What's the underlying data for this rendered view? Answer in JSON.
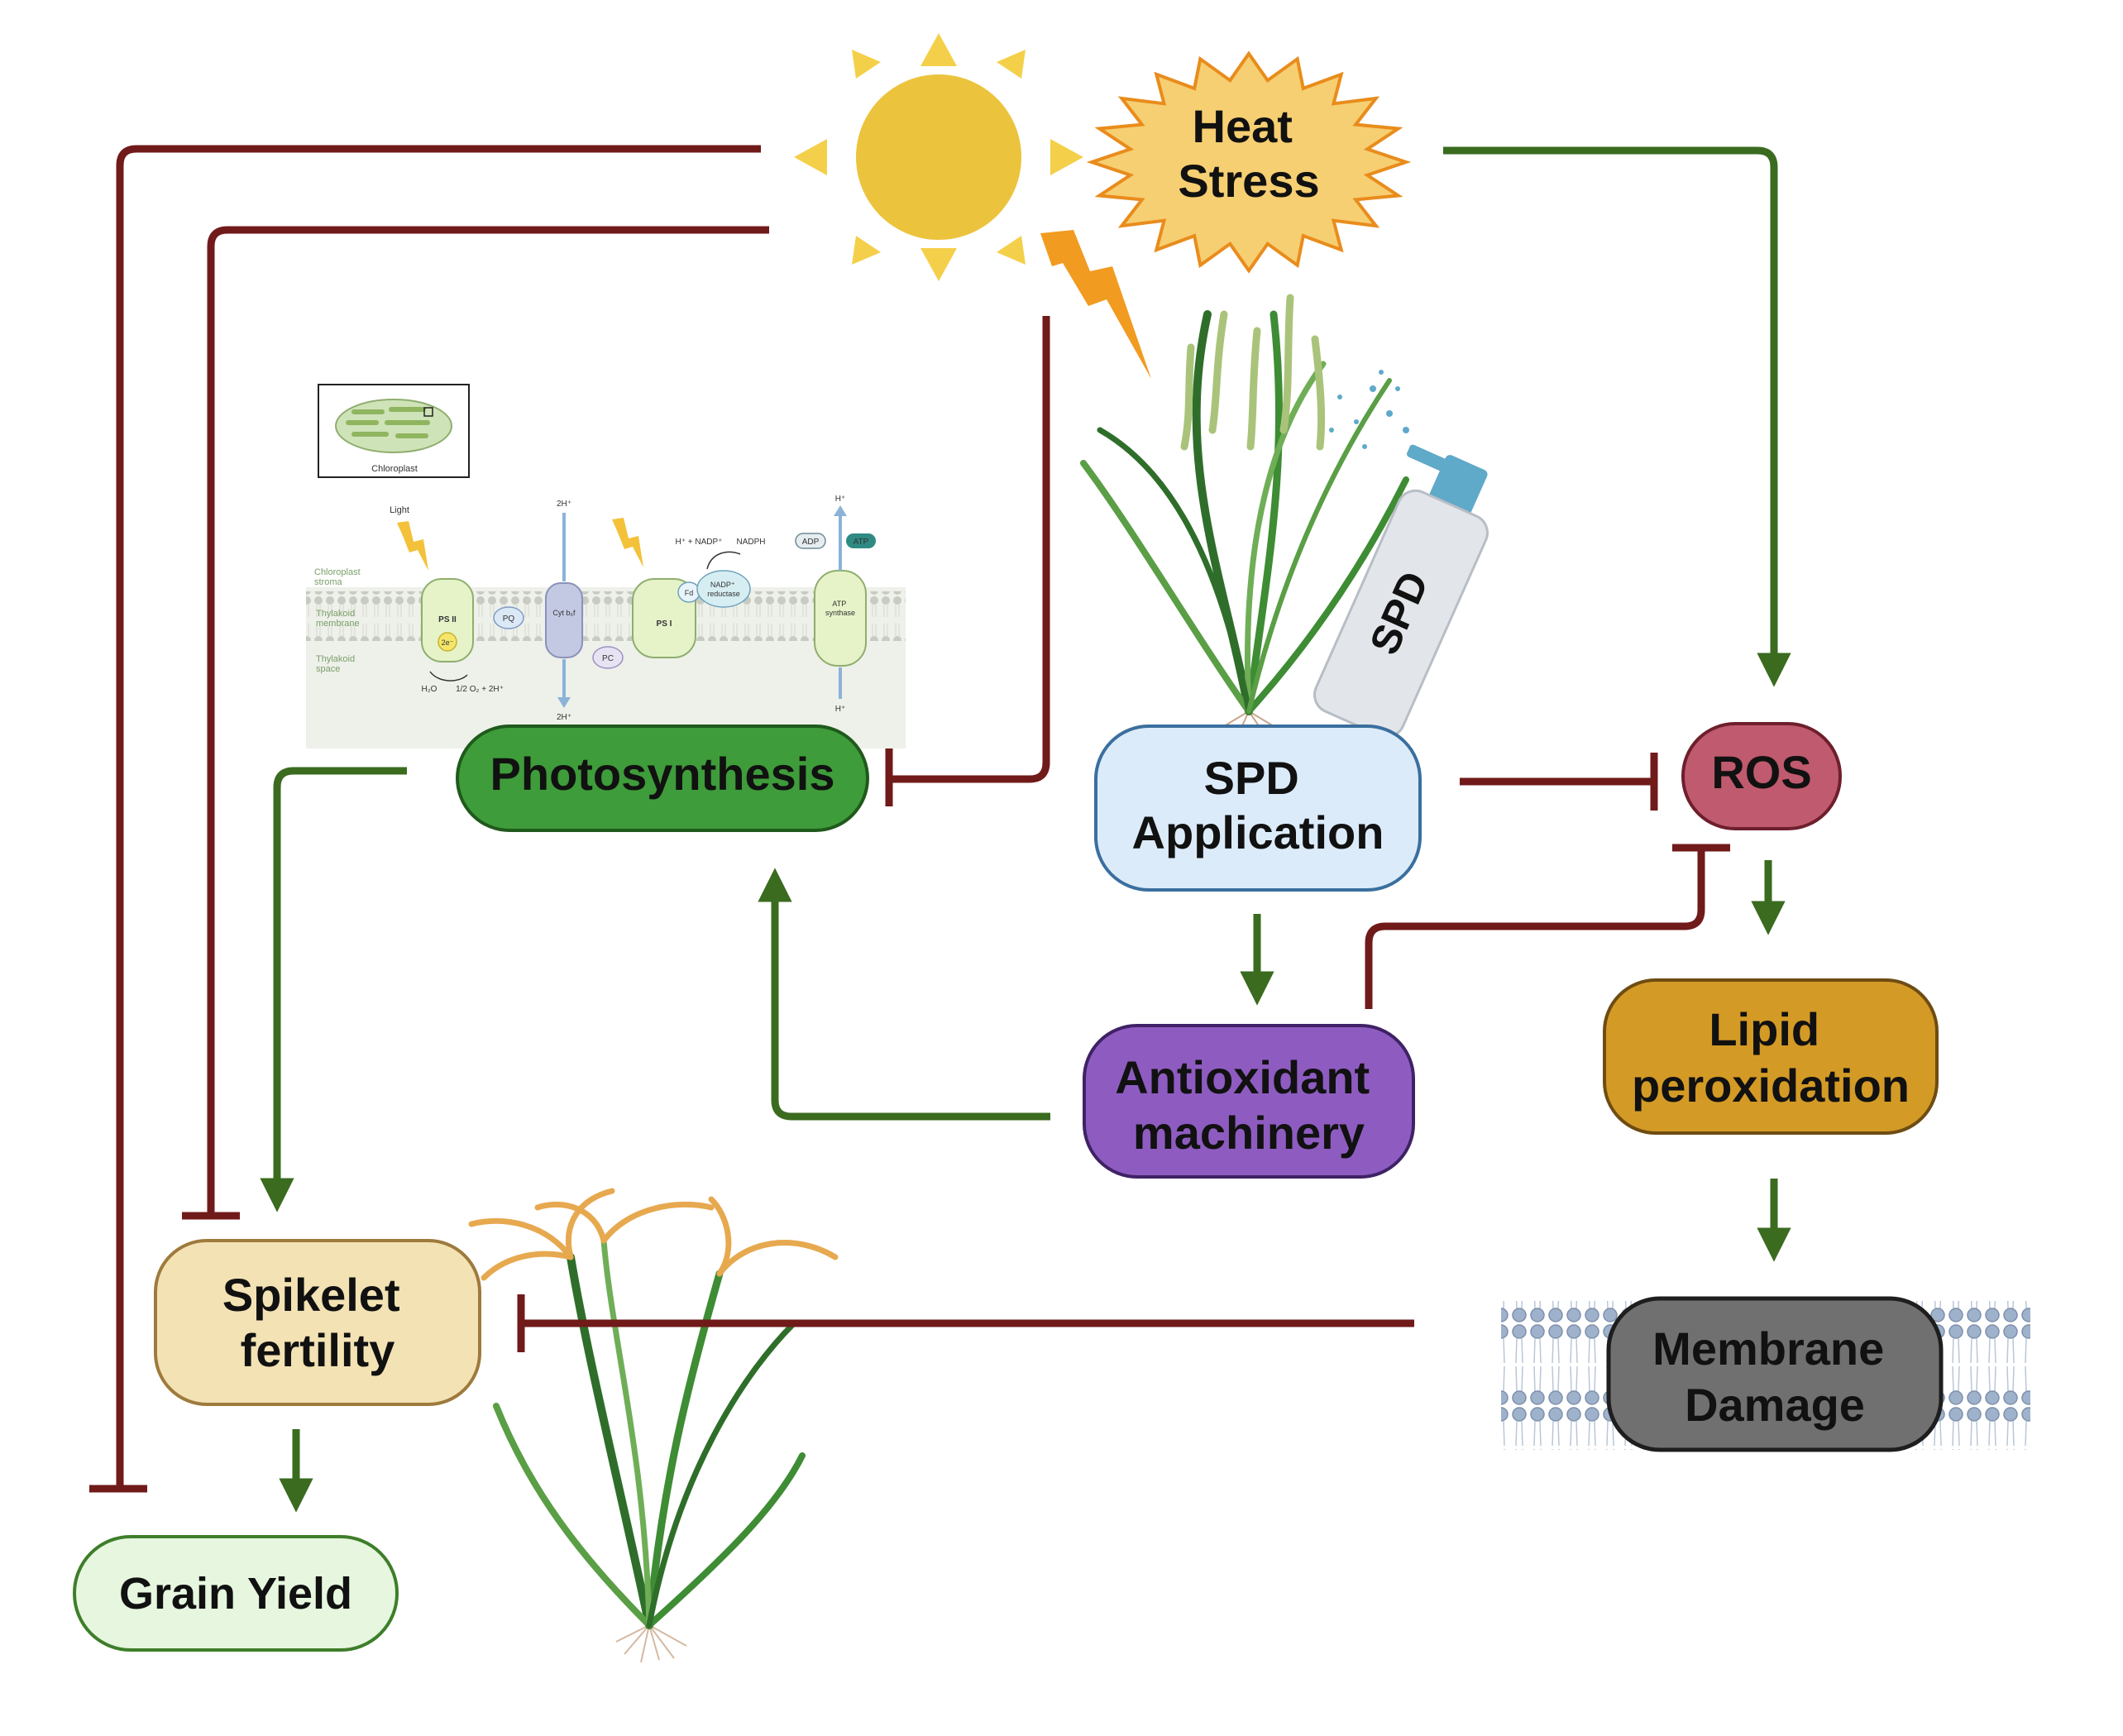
{
  "nodes": {
    "heat_stress": [
      "Heat",
      "Stress"
    ],
    "photosynthesis": "Photosynthesis",
    "spd_application": [
      "SPD",
      "Application"
    ],
    "ros": "ROS",
    "antioxidant_machinery": [
      "Antioxidant",
      "machinery"
    ],
    "lipid_peroxidation": [
      "Lipid",
      "peroxidation"
    ],
    "membrane_damage": [
      "Membrane",
      "Damage"
    ],
    "spikelet_fertility": [
      "Spikelet",
      "fertility"
    ],
    "grain_yield": "Grain Yield"
  },
  "sprayer_label": "SPD",
  "chloroplast_inset": {
    "chloroplast_label": "Chloroplast",
    "light_label": "Light",
    "stroma_label": [
      "Chloroplast",
      "stroma"
    ],
    "membrane_label": [
      "Thylakoid",
      "membrane"
    ],
    "space_label": [
      "Thylakoid",
      "space"
    ],
    "ps2": "PS II",
    "electron": "2e⁻",
    "pq": "PQ",
    "cytb6f": "Cyt b₆f",
    "ps1": "PS I",
    "pc": "PC",
    "fd": "Fd",
    "nadp_reductase": [
      "NADP⁺",
      "reductase"
    ],
    "nadp_reaction": "H⁺ + NADP⁺",
    "nadph": "NADPH",
    "adp": "ADP",
    "atp": "ATP",
    "atp_synthase": [
      "ATP",
      "synthase"
    ],
    "h_top_cyt": "2H⁺",
    "h_bottom_cyt": "2H⁺",
    "h_top_atp": "H⁺",
    "h_bottom_atp": "H⁺",
    "water": "H₂O",
    "oxygen": "1/2 O₂ + 2H⁺"
  },
  "colors": {
    "activation": "#3a6b1f",
    "inhibition": "#701a1a",
    "photosynthesis": "#3e9c3a",
    "spd": "#dcebfa",
    "ros": "#c05a6e",
    "antioxidant": "#8e5cc0",
    "lipid": "#d39a26",
    "membrane": "#707070",
    "spikelet": "#f3e2b4",
    "grain": "#e6f6df",
    "sun": "#ecc33d",
    "heat_star": "#f6cf72",
    "lightning": "#f19b20"
  }
}
